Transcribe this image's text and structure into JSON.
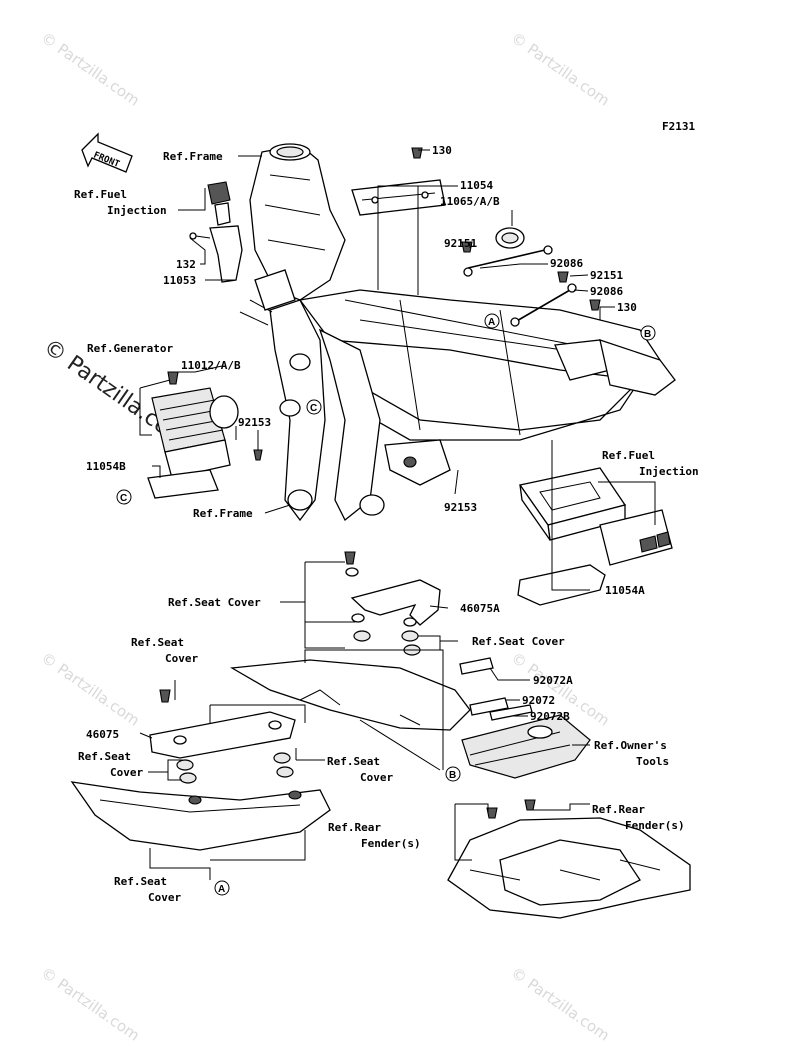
{
  "figure_code": "F2131",
  "front_arrow": "FRONT",
  "watermarks": [
    "© Partzilla.com",
    "© Partzilla.com",
    "© Partzilla.com",
    "© Partzilla.com",
    "© Partzilla.com",
    "© Partzilla.com"
  ],
  "center_watermark": "© Partzilla.com",
  "labels": {
    "ref_frame_top": "Ref.Frame",
    "ref_fuel_inj_1a": "Ref.Fuel",
    "ref_fuel_inj_1b": "Injection",
    "p132": "132",
    "p11053": "11053",
    "p130_top": "130",
    "p11054": "11054",
    "p11065": "11065/A/B",
    "p92151_a": "92151",
    "p92086_a": "92086",
    "p92151_b": "92151",
    "p92086_b": "92086",
    "p130_b": "130",
    "ref_generator": "Ref.Generator",
    "p11012": "11012/A/B",
    "p92153_a": "92153",
    "p11054B": "11054B",
    "ref_frame_bottom": "Ref.Frame",
    "p92153_b": "92153",
    "ref_fuel_inj_2a": "Ref.Fuel",
    "ref_fuel_inj_2b": "Injection",
    "p11054A": "11054A",
    "ref_seat_cover_1": "Ref.Seat Cover",
    "p46075A": "46075A",
    "ref_seat_cover_2": "Ref.Seat Cover",
    "ref_seat_cover_3a": "Ref.Seat",
    "ref_seat_cover_3b": "Cover",
    "p92072A": "92072A",
    "p92072": "92072",
    "p92072B": "92072B",
    "p46075": "46075",
    "ref_owners_a": "Ref.Owner's",
    "ref_owners_b": "Tools",
    "ref_seat_cover_4a": "Ref.Seat",
    "ref_seat_cover_4b": "Cover",
    "ref_seat_cover_5a": "Ref.Seat",
    "ref_seat_cover_5b": "Cover",
    "ref_rear_fender_1a": "Ref.Rear",
    "ref_rear_fender_1b": "Fender(s)",
    "ref_rear_fender_2a": "Ref.Rear",
    "ref_rear_fender_2b": "Fender(s)",
    "ref_seat_cover_6a": "Ref.Seat",
    "ref_seat_cover_6b": "Cover"
  },
  "callouts": {
    "A1": "A",
    "A2": "A",
    "B1": "B",
    "B2": "B",
    "C1": "C",
    "C2": "C"
  }
}
